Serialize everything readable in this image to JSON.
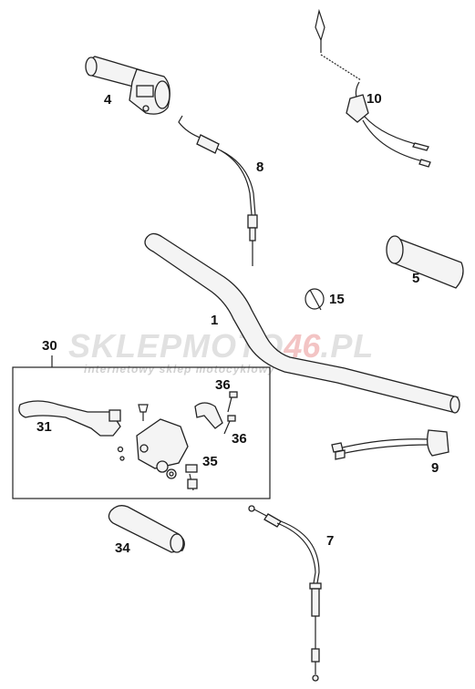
{
  "watermark": {
    "brand_part1": "SKLEP",
    "brand_part2": "MOTO",
    "brand_part3": "46",
    "brand_part4": ".PL",
    "tagline": "internetowy sklep motocyklowy"
  },
  "callouts": {
    "c1": "1",
    "c4": "4",
    "c5": "5",
    "c7": "7",
    "c8": "8",
    "c9": "9",
    "c10": "10",
    "c15": "15",
    "c30": "30",
    "c31": "31",
    "c34": "34",
    "c35": "35",
    "c36a": "36",
    "c36b": "36"
  },
  "colors": {
    "ink": "#222222",
    "part_fill": "#f4f4f4",
    "grip_texture": "#bbbbbb",
    "watermark_gray": "#e1e1e1",
    "watermark_red": "#f3c4c4"
  }
}
